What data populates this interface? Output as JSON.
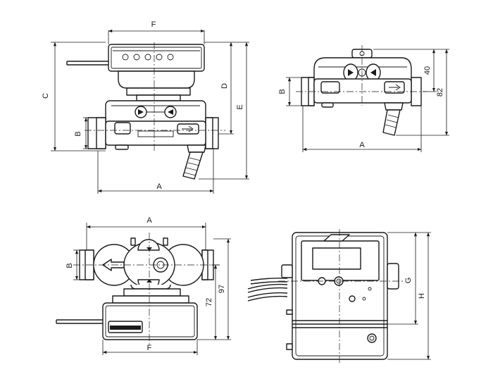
{
  "views": {
    "top_left": {
      "labels": {
        "F": "F",
        "C": "C",
        "D": "D",
        "E": "E",
        "B": "B",
        "A": "A"
      }
    },
    "top_right": {
      "labels": {
        "B": "B",
        "A": "A",
        "h40": "40",
        "h82": "82"
      }
    },
    "bottom_left": {
      "labels": {
        "A": "A",
        "B": "B",
        "h97": "97",
        "h72": "72",
        "F": "F"
      }
    },
    "bottom_right": {
      "labels": {
        "G": "G",
        "H": "H"
      }
    }
  },
  "colors": {
    "line": "#1a1a1a",
    "background": "#ffffff",
    "shade": "#d8d8d8"
  }
}
